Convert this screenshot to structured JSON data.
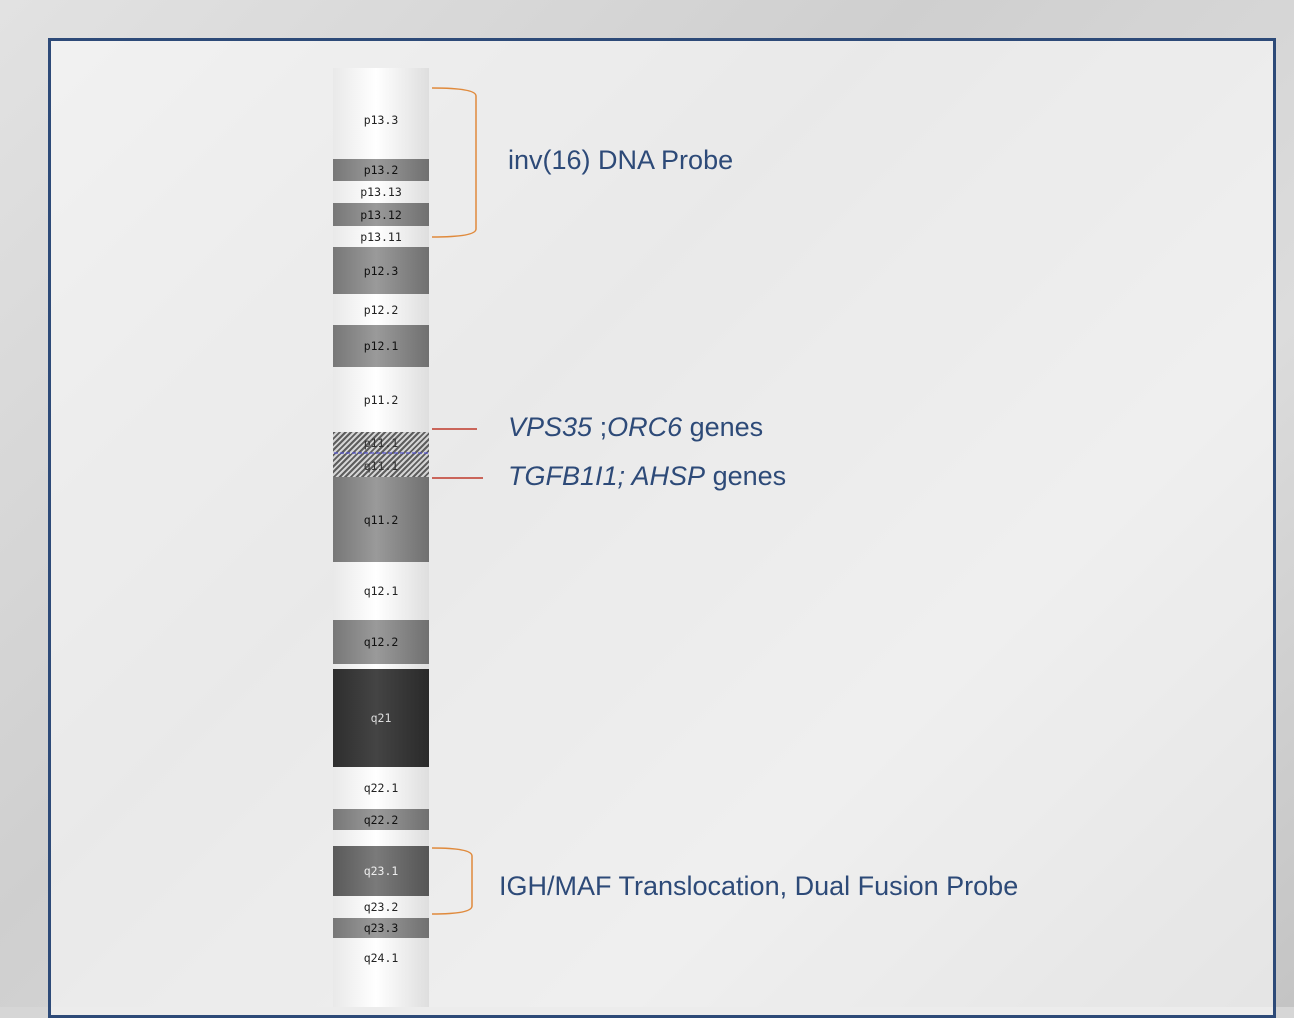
{
  "chromosome_bands": [
    {
      "name": "",
      "stain": "gneg"
    },
    {
      "name": "p13.3",
      "stain": "gneg"
    },
    {
      "name": "p13.2",
      "stain": "gpos50"
    },
    {
      "name": "p13.13",
      "stain": "gneg"
    },
    {
      "name": "p13.12",
      "stain": "gpos50"
    },
    {
      "name": "p13.11",
      "stain": "gneg"
    },
    {
      "name": "p12.3",
      "stain": "gpos50"
    },
    {
      "name": "p12.2",
      "stain": "gneg"
    },
    {
      "name": "p12.1",
      "stain": "gpos50"
    },
    {
      "name": "p11.2",
      "stain": "gneg"
    },
    {
      "name": "p11.1",
      "stain": "acen"
    },
    {
      "name": "q11.1",
      "stain": "acen"
    },
    {
      "name": "q11.2",
      "stain": "gpos50"
    },
    {
      "name": "q12.1",
      "stain": "gneg"
    },
    {
      "name": "q12.2",
      "stain": "gpos50"
    },
    {
      "name": "",
      "stain": "gneg"
    },
    {
      "name": "q21",
      "stain": "gpos100"
    },
    {
      "name": "q22.1",
      "stain": "gneg"
    },
    {
      "name": "q22.2",
      "stain": "gpos50"
    },
    {
      "name": "",
      "stain": "gneg"
    },
    {
      "name": "q23.1",
      "stain": "gpos75"
    },
    {
      "name": "q23.2",
      "stain": "gneg"
    },
    {
      "name": "q23.3",
      "stain": "gpos50"
    },
    {
      "name": "q24.1",
      "stain": "gneg"
    },
    {
      "name": "",
      "stain": "gneg"
    }
  ],
  "annotations": {
    "inv16": "inv(16) DNA Probe",
    "vps35_gene1": "VPS35",
    "vps35_sep": " ;",
    "vps35_gene2": "ORC6",
    "vps35_suffix": "  genes",
    "tgfb_genes": "TGFB1I1; AHSP",
    "tgfb_suffix": " genes",
    "igh_maf": "IGH/MAF Translocation, Dual Fusion Probe"
  },
  "colors": {
    "frame": "#2d4a78",
    "label_text": "#2d4a78",
    "bracket": "#e08a3c",
    "marker_line": "#c0392b",
    "centromere_line": "#5555cc"
  }
}
